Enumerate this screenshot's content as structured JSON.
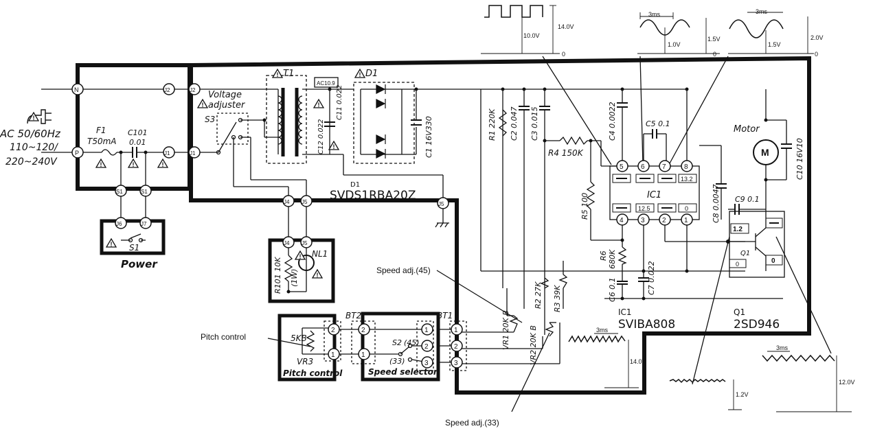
{
  "power": {
    "ac_line1": "AC 50/60Hz",
    "ac_line2": "110~120/",
    "ac_line3": "220~240V",
    "fuse_name": "F1",
    "fuse_rating": "T50mA",
    "cap_name": "C101",
    "cap_value": "0.01",
    "switch_name": "S1",
    "box_label": "Power"
  },
  "terminals": {
    "N": "N",
    "P": "P",
    "J1": "J1",
    "J2": "J2",
    "S1": "S1",
    "J4": "J4",
    "J5": "J5",
    "J6": "J6",
    "J7": "J7"
  },
  "voltage_adjuster": {
    "label1": "Voltage",
    "label2": "adjuster",
    "switch": "S3"
  },
  "transformer": {
    "name": "T1",
    "ac_badge": "AC10.9"
  },
  "caps": {
    "c11": "C11 0.022",
    "c12": "C12 0.022",
    "c1": "C1 16V330",
    "c2": "C2 0.047",
    "c3": "C3 0.015",
    "c4": "C4 0.0022",
    "c5": "C5 0.1",
    "c8": "C8 0.0047",
    "c9": "C9 0.1",
    "c10": "C10 16V10",
    "c6": "C6 0.1",
    "c7": "C7 0.022"
  },
  "resistors": {
    "r1": "R1 220K",
    "r4": "R4 150K",
    "r5": "R5 100",
    "r6": "R6",
    "r6v": "680K",
    "r2": "R2 27K",
    "r3": "R3 39K",
    "r101": "R101 10K",
    "r101w": "(1W)",
    "vr1": "VR1 20K B",
    "vr2": "VR2 20K B",
    "vr3": "VR3",
    "vr3v": "5KB"
  },
  "diode": {
    "name": "D1",
    "part_label": "D1",
    "part": "SVDS1RBA20Z"
  },
  "ic": {
    "name": "IC1",
    "pins_top": [
      "5",
      "6",
      "7",
      "8"
    ],
    "pins_bottom": [
      "4",
      "3",
      "2",
      "1"
    ],
    "v_top": "13.2",
    "v_b1": "12.5",
    "v_b2": "0",
    "part_label": "IC1",
    "part": "SVIBA808"
  },
  "transistor": {
    "name": "Q1",
    "vb": "1.2",
    "vc": "0",
    "ve": "0",
    "part_label": "Q1",
    "part": "2SD946"
  },
  "motor": {
    "label": "Motor",
    "symbol": "M"
  },
  "lamp": {
    "name": "NL1"
  },
  "bt": {
    "bt1": "BT1",
    "bt2": "BT2",
    "pins": [
      "1",
      "2",
      "3"
    ]
  },
  "speed_selector": {
    "label": "Speed selector",
    "switch": "S2",
    "pos45": "(45)",
    "pos33": "(33)"
  },
  "pitch": {
    "box_label": "Pitch control",
    "callout": "Pitch control"
  },
  "callouts": {
    "speed45": "Speed adj.(45)",
    "speed33": "Speed adj.(33)"
  },
  "waveforms": {
    "square": {
      "amp": "14.0V",
      "avg": "10.0V",
      "zero": "0"
    },
    "sine1": {
      "period": "3ms",
      "amp": "1.5V",
      "avg": "1.0V",
      "zero": "0"
    },
    "sine2": {
      "period": "3ms",
      "amp": "2.0V",
      "avg": "1.5V",
      "zero": "0"
    },
    "saw1": {
      "period": "3ms",
      "amp": "14.0V"
    },
    "noise": {
      "amp": "1.2V"
    },
    "saw2": {
      "period": "3ms",
      "amp": "12.0V"
    }
  }
}
